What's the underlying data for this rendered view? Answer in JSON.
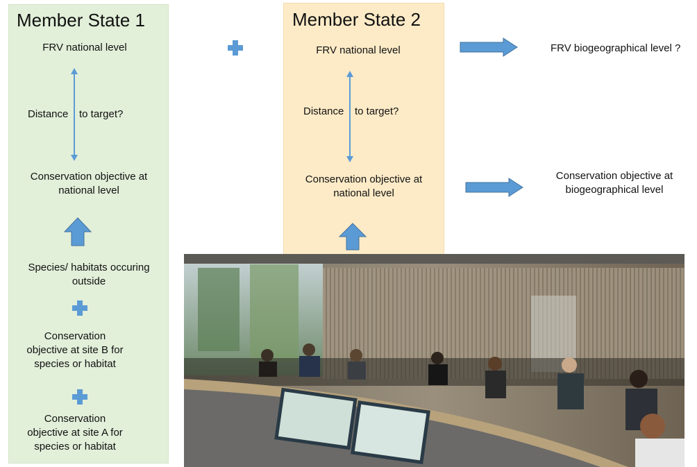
{
  "member_state_1": {
    "title": "Member State 1",
    "frv": "FRV national level",
    "distance": "Distance",
    "to_target": "to target?",
    "conservation_national_1": "Conservation objective at",
    "conservation_national_2": "national level",
    "outside_1": "Species/ habitats occuring",
    "outside_2": "outside",
    "site_b_1": "Conservation",
    "site_b_2": "objective at site B for",
    "site_b_3": "species or habitat",
    "site_a_1": "Conservation",
    "site_a_2": "objective at site A for",
    "site_a_3": "species or habitat"
  },
  "member_state_2": {
    "title": "Member State 2",
    "frv": "FRV national level",
    "distance": "Distance",
    "to_target": "to target?",
    "conservation_national_1": "Conservation objective at",
    "conservation_national_2": "national level"
  },
  "results": {
    "frv_bio": "FRV biogeographical level ?",
    "conservation_bio_1": "Conservation objective at",
    "conservation_bio_2": "biogeographical level"
  },
  "colors": {
    "ms1_background": "#e2efd9",
    "ms2_background": "#fdebc7",
    "arrow_fill": "#5b9bd5",
    "arrow_stroke": "#41719c"
  }
}
